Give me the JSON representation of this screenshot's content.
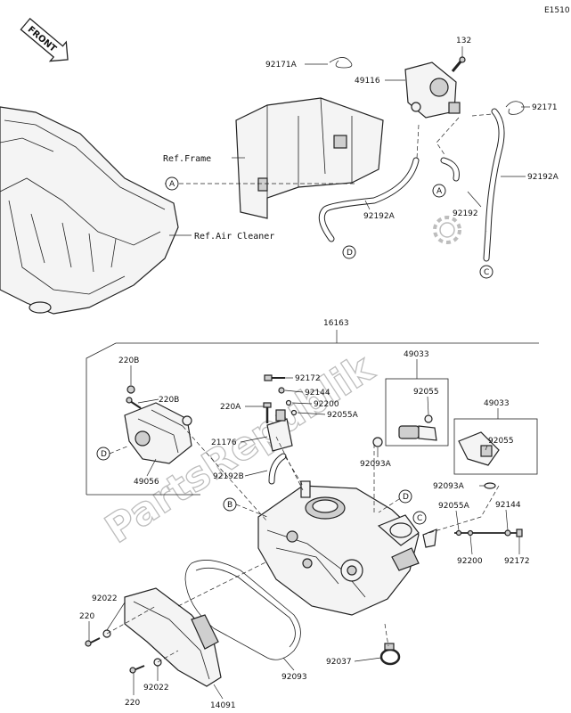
{
  "diagram_code": "E1510",
  "front_label": "FRONT",
  "watermark": "PartsRepublik",
  "references": {
    "frame": "Ref.Frame",
    "air_cleaner": "Ref.Air Cleaner"
  },
  "callouts": {
    "A": "A",
    "B": "B",
    "C": "C",
    "D": "D"
  },
  "part_numbers": {
    "p132": "132",
    "p92171A": "92171A",
    "p49116": "49116",
    "p92171": "92171",
    "p92192A_left": "92192A",
    "p92192A_right": "92192A",
    "p92192": "92192",
    "p16163": "16163",
    "p220B_top": "220B",
    "p220B_mid": "220B",
    "p49056": "49056",
    "p92172_top": "92172",
    "p92144_top": "92144",
    "p92200_top": "92200",
    "p92055A_top": "92055A",
    "p220A": "220A",
    "p21176": "21176",
    "p92192B": "92192B",
    "p49033_left": "49033",
    "p92055_left": "92055",
    "p92093A_left": "92093A",
    "p49033_right": "49033",
    "p92055_right": "92055",
    "p92093A_right": "92093A",
    "p92055A_bottom": "92055A",
    "p92144_bottom": "92144",
    "p92200_bottom": "92200",
    "p92172_bottom": "92172",
    "p92022_top": "92022",
    "p220_left": "220",
    "p92022_bottom": "92022",
    "p220_bottom": "220",
    "p14091": "14091",
    "p92093": "92093",
    "p92037": "92037"
  }
}
